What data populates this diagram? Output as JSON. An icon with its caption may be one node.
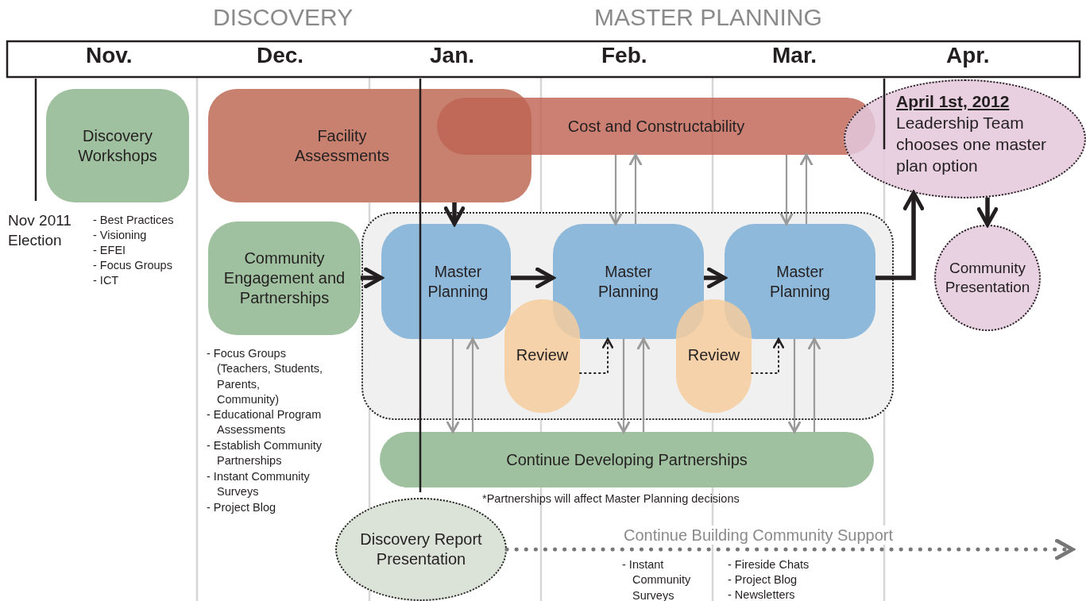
{
  "diagram": {
    "nodes": [
      {
        "text": [
          "Discovery Workshops"
        ],
        "beside": [
          "- Best Practices",
          "- Visioning",
          "- EFEI",
          "- Focus Groups",
          "- ICT"
        ]
      },
      {
        "text": [
          "Facility Assessments"
        ]
      },
      {
        "text": [
          "Cost and Constructability"
        ]
      },
      {
        "text": [
          "April 1st, 2012",
          "Leadership Team chooses one master plan option"
        ]
      },
      {
        "text": [
          "Community Engagement and Partnerships"
        ],
        "beside": [
          "- Focus Groups (Teachers, Students, Parents, Community)",
          "- Educational Program Assessments",
          "- Establish Community Partnerships",
          "- Instant Community Surveys",
          "- Project Blog"
        ]
      },
      {
        "text": [],
        "shape": "box"
      },
      {
        "text": [
          "Master Planning"
        ],
        "in": 5
      },
      {
        "text": [
          "Master Planning"
        ],
        "in": 5
      },
      {
        "text": [
          "Master Planning"
        ],
        "in": 5
      },
      {
        "text": [
          "Review"
        ],
        "in": 5
      },
      {
        "text": [
          "Review"
        ],
        "in": 5
      },
      {
        "text": [
          "Community Presentation"
        ]
      },
      {
        "text": [
          "Continue Developing Partnerships"
        ]
      },
      {
        "text": [
          "Discovery Report Presentation"
        ]
      }
    ],
    "edges": [
      {
        "from": 1,
        "to": 6,
        "arrow": "to",
        "style": "thick",
        "color": "#231f20"
      },
      {
        "from": 4,
        "to": 6,
        "arrow": "to",
        "style": "thick",
        "color": "#231f20"
      },
      {
        "from": 6,
        "to": 7,
        "arrow": "to",
        "style": "thick",
        "color": "#231f20"
      },
      {
        "from": 7,
        "to": 8,
        "arrow": "to",
        "style": "thick",
        "color": "#231f20"
      },
      {
        "from": 8,
        "to": 3,
        "arrow": "to",
        "style": "thick",
        "color": "#231f20"
      },
      {
        "from": 3,
        "to": 11,
        "arrow": "to",
        "style": "thick",
        "color": "#231f20"
      },
      {
        "from": 9,
        "to": 7,
        "arrow": "to",
        "style": "dashed",
        "color": "#231f20"
      },
      {
        "from": 10,
        "to": 8,
        "arrow": "to",
        "style": "dashed",
        "color": "#231f20"
      },
      {
        "from": 2,
        "to": 7,
        "arrow": "to",
        "color": "#9a9a9a"
      },
      {
        "from": 7,
        "to": 2,
        "arrow": "to",
        "color": "#9a9a9a"
      },
      {
        "from": 2,
        "to": 8,
        "arrow": "to",
        "color": "#9a9a9a"
      },
      {
        "from": 8,
        "to": 2,
        "arrow": "to",
        "color": "#9a9a9a"
      },
      {
        "from": 6,
        "to": 12,
        "arrow": "to",
        "color": "#9a9a9a"
      },
      {
        "from": 12,
        "to": 6,
        "arrow": "to",
        "color": "#9a9a9a"
      },
      {
        "from": 7,
        "to": 12,
        "arrow": "to",
        "color": "#9a9a9a"
      },
      {
        "from": 12,
        "to": 7,
        "arrow": "to",
        "color": "#9a9a9a"
      },
      {
        "from": 8,
        "to": 12,
        "arrow": "to",
        "color": "#9a9a9a"
      },
      {
        "from": 12,
        "to": 8,
        "arrow": "to",
        "color": "#9a9a9a"
      },
      {
        "from": 13,
        "to": null,
        "arrow": "to",
        "style": "dashed",
        "color": "#777777",
        "label": "Continue Building Community Support"
      }
    ],
    "labels": [
      "DISCOVERY",
      "MASTER PLANNING",
      "Nov.",
      "Dec.",
      "Jan.",
      "Feb.",
      "Mar.",
      "Apr.",
      "Nov 2011 Election",
      "*Partnerships will affect Master Planning decisions",
      "- Instant Community Surveys",
      "- Fireside Chats",
      "- Project Blog",
      "- Newsletters"
    ]
  }
}
